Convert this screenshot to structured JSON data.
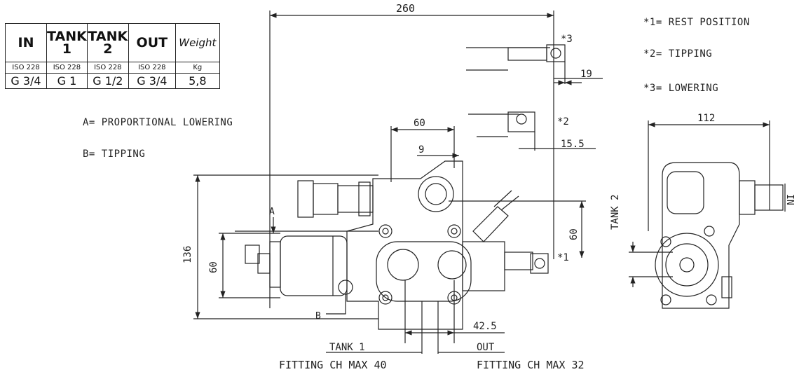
{
  "spec_table": {
    "headers": [
      "IN",
      "TANK\n1",
      "TANK\n2",
      "OUT",
      "Weight"
    ],
    "units": [
      "ISO 228",
      "ISO 228",
      "ISO 228",
      "ISO 228",
      "Kg"
    ],
    "values": [
      "G 3/4",
      "G 1",
      "G 1/2",
      "G 3/4",
      "5,8"
    ]
  },
  "legend_left": {
    "a": "A= PROPORTIONAL LOWERING",
    "b": "B= TIPPING"
  },
  "legend_right": {
    "n1": "*1= REST POSITION",
    "n2": "*2= TIPPING",
    "n3": "*3= LOWERING"
  },
  "dimensions": {
    "d260": "260",
    "d19": "19",
    "d15_5": "15.5",
    "d60_top": "60",
    "d9": "9",
    "d136": "136",
    "d60_left": "60",
    "d60_right": "60",
    "d42_5": "42.5",
    "d112": "112"
  },
  "callouts": {
    "s1": "*1",
    "s2": "*2",
    "s3": "*3",
    "a": "A",
    "b": "B",
    "tank1": "TANK 1",
    "out": "OUT",
    "tank2": "TANK 2",
    "in": "IN",
    "fit_left": "FITTING CH MAX 40",
    "fit_right": "FITTING CH MAX 32"
  }
}
